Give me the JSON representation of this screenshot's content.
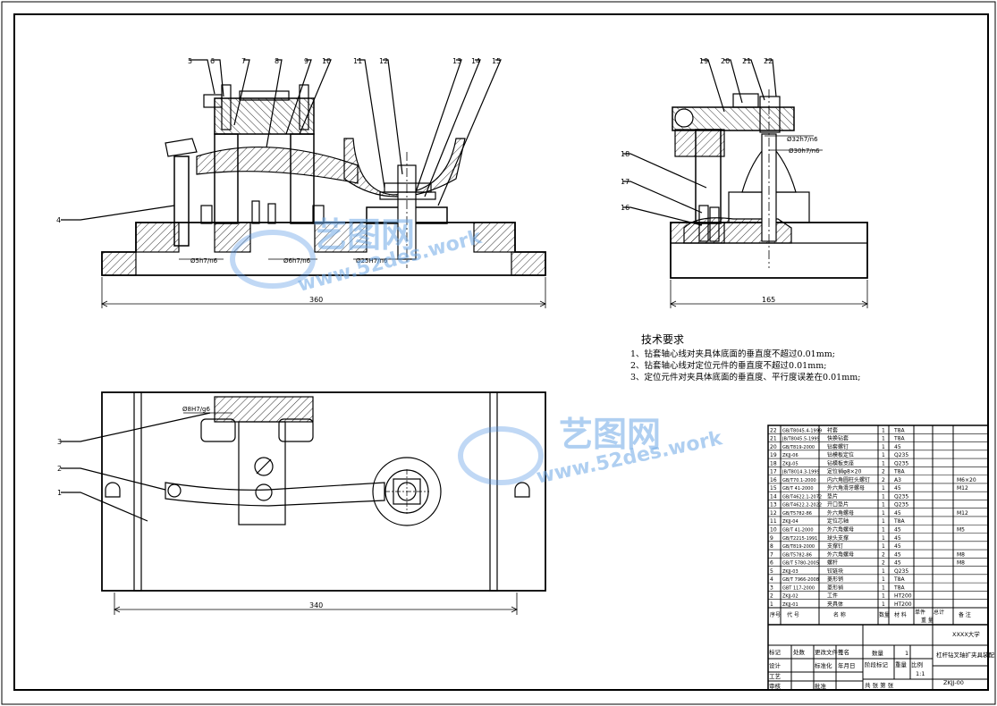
{
  "watermark": {
    "cn": "艺图网",
    "url": "www.52des.work"
  },
  "dimensions": {
    "front_width": "360",
    "side_width": "165",
    "plan_width": "340",
    "fit_5": "Ø5h7/n6",
    "fit_6": "Ø6h7/n6",
    "fit_25": "Ø25H7/n6",
    "fit_32": "Ø32h7/n6",
    "fit_30": "Ø30h7/n6",
    "fit_8": "Ø8H7/g6"
  },
  "callouts_front": [
    "5",
    "6",
    "7",
    "8",
    "9",
    "10",
    "11",
    "12",
    "13",
    "14",
    "15",
    "4"
  ],
  "callouts_side": [
    "19",
    "20",
    "21",
    "22",
    "18",
    "17",
    "16"
  ],
  "callouts_plan": [
    "3",
    "2",
    "1"
  ],
  "tech_requirements": {
    "heading": "技术要求",
    "items": [
      "1、钻套轴心线对夹具体底面的垂直度不超过0.01mm;",
      "2、钻套轴心线对定位元件的垂直度不超过0.01mm;",
      "3、定位元件对夹具体底面的垂直度、平行度误差在0.01mm;"
    ]
  },
  "bom": {
    "rows": [
      {
        "no": "22",
        "code": "GB/T8045.4-1999",
        "name": "衬套",
        "qty": "1",
        "material": "T8A",
        "note": ""
      },
      {
        "no": "21",
        "code": "JB/T8045.5-1999",
        "name": "快换钻套",
        "qty": "1",
        "material": "T8A",
        "note": ""
      },
      {
        "no": "20",
        "code": "GB/T819-2000",
        "name": "钻套螺钉",
        "qty": "1",
        "material": "45",
        "note": ""
      },
      {
        "no": "19",
        "code": "ZKJJ-06",
        "name": "钻模板定位",
        "qty": "1",
        "material": "Q235",
        "note": ""
      },
      {
        "no": "18",
        "code": "ZKJJ-05",
        "name": "钻模板支座",
        "qty": "1",
        "material": "Q235",
        "note": ""
      },
      {
        "no": "17",
        "code": "JB/T8014.3-1999",
        "name": "定位销φ8×20",
        "qty": "2",
        "material": "T8A",
        "note": ""
      },
      {
        "no": "16",
        "code": "GB/T70.1-2000",
        "name": "内六角圆柱头螺钉",
        "qty": "2",
        "material": "A3",
        "note": "M6×20"
      },
      {
        "no": "15",
        "code": "GB/T 41-2000",
        "name": "外六角滑牙螺母",
        "qty": "1",
        "material": "45",
        "note": "M12"
      },
      {
        "no": "14",
        "code": "GB/T4622.1-2072",
        "name": "垫片",
        "qty": "1",
        "material": "Q235",
        "note": ""
      },
      {
        "no": "13",
        "code": "GB/T4622.2-2022",
        "name": "开口垫片",
        "qty": "1",
        "material": "Q235",
        "note": ""
      },
      {
        "no": "12",
        "code": "GB/T5782-86",
        "name": "外六角螺母",
        "qty": "1",
        "material": "45",
        "note": "M12"
      },
      {
        "no": "11",
        "code": "ZKJJ-04",
        "name": "定位芯轴",
        "qty": "1",
        "material": "T8A",
        "note": ""
      },
      {
        "no": "10",
        "code": "GB/T 41-2000",
        "name": "外六角螺母",
        "qty": "1",
        "material": "45",
        "note": "M5"
      },
      {
        "no": "9",
        "code": "GB/T2215-1991",
        "name": "球头支撑",
        "qty": "1",
        "material": "45",
        "note": ""
      },
      {
        "no": "8",
        "code": "GB/T819-2000",
        "name": "支撑钉",
        "qty": "1",
        "material": "45",
        "note": ""
      },
      {
        "no": "7",
        "code": "GB/T5782-86",
        "name": "外六角螺母",
        "qty": "2",
        "material": "45",
        "note": "M8"
      },
      {
        "no": "6",
        "code": "GB/T 5780-2005",
        "name": "螺杆",
        "qty": "2",
        "material": "45",
        "note": "M8"
      },
      {
        "no": "5",
        "code": "ZKJJ-03",
        "name": "铰链块",
        "qty": "1",
        "material": "Q235",
        "note": ""
      },
      {
        "no": "4",
        "code": "GB/T 7966-2008",
        "name": "菱形销",
        "qty": "1",
        "material": "T8A",
        "note": ""
      },
      {
        "no": "3",
        "code": "GBT 117-2000",
        "name": "菱形销",
        "qty": "1",
        "material": "T8A",
        "note": ""
      },
      {
        "no": "2",
        "code": "ZKJJ-02",
        "name": "工件",
        "qty": "1",
        "material": "HT200",
        "note": ""
      },
      {
        "no": "1",
        "code": "ZKJJ-01",
        "name": "夹具体",
        "qty": "1",
        "material": "HT200",
        "note": ""
      }
    ],
    "header": {
      "no": "序号",
      "code": "代 号",
      "name": "名 称",
      "qty": "数量",
      "material": "材 料",
      "unit": "单件",
      "total": "总计",
      "weight": "重 量",
      "note": "备 注"
    }
  },
  "title_block": {
    "school": "XXXX大学",
    "qty_label": "数量",
    "qty_value": "1",
    "drawing_title": "杠杆钻叉轴扩夹具装配",
    "stage_label": "阶段标记",
    "weight_label": "重量",
    "scale_label": "比例",
    "scale_value": "1:1",
    "drawing_no": "ZKJJ-00",
    "sheets": "共  张   第  张",
    "designer": "设计",
    "standardize": "标准化",
    "change_label": "更改文件号",
    "sign_label": "签名",
    "date_label": "年月日",
    "craft": "工艺",
    "review": "审核",
    "approve": "批准",
    "mark_label": "标记",
    "count_label": "处数"
  }
}
